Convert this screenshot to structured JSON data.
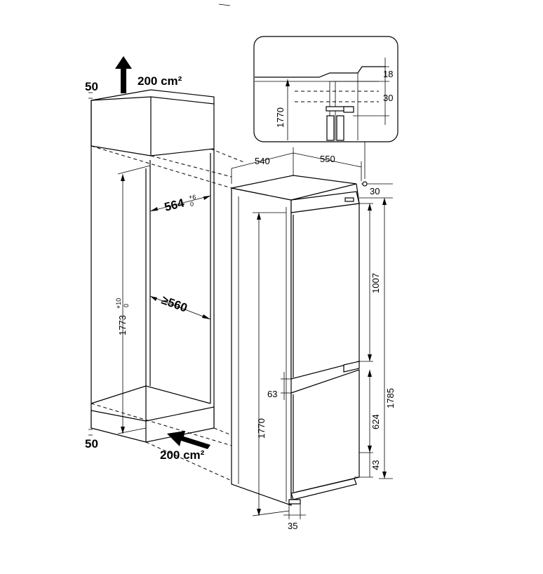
{
  "labels": {
    "vent_top": "200 cm²",
    "vent_bottom": "200 cm²",
    "gap_top": "50",
    "gap_bottom": "50",
    "niche_width": "564",
    "niche_width_tol_upper": "+6",
    "niche_width_tol_lower": "0",
    "niche_depth": "≥560",
    "niche_height": "1773",
    "niche_height_tol_upper": "+10",
    "niche_height_tol_lower": "0",
    "appliance_depth": "540",
    "appliance_width": "550",
    "top_offset": "30",
    "fridge_door_height": "1007",
    "door_gap": "63",
    "freezer_door_height": "624",
    "bottom_offset": "43",
    "door_total_height": "1785",
    "appliance_height": "1770",
    "plinth": "35",
    "detail_height": "1770",
    "detail_top": "18",
    "detail_gap": "30"
  }
}
